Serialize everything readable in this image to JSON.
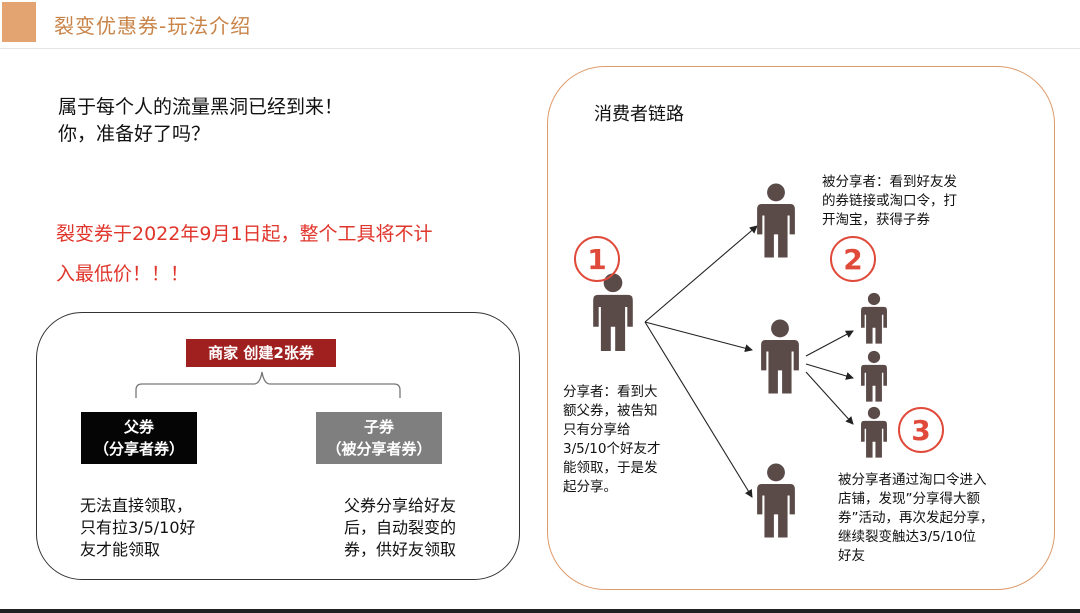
{
  "header": {
    "title": "裂变优惠券-玩法介绍"
  },
  "intro": {
    "line1": "属于每个人的流量黑洞已经到来！",
    "line2": "你，准备好了吗？",
    "notice_line1": "裂变券于2022年9月1日起，整个工具将不计",
    "notice_line2": "入最低价！！！"
  },
  "merchant": {
    "label": "商家 创建2张券",
    "parent": {
      "title": "父券",
      "subtitle": "（分享者券）",
      "desc": [
        "无法直接领取，",
        "只有拉3/5/10好",
        "友才能领取"
      ]
    },
    "child": {
      "title": "子券",
      "subtitle": "（被分享者券）",
      "desc": [
        "父券分享给好友",
        "后，自动裂变的",
        "券，供好友领取"
      ]
    }
  },
  "chain": {
    "title": "消费者链路",
    "step1": {
      "number": "1",
      "desc": [
        "分享者：看到大",
        "额父券，被告知",
        "只有分享给",
        "3/5/10个好友才",
        "能领取，于是发",
        "起分享。"
      ]
    },
    "step2": {
      "number": "2",
      "desc": [
        "被分享者：看到好友发",
        "的券链接或淘口令，打",
        "开淘宝，获得子券"
      ]
    },
    "step3": {
      "number": "3",
      "desc": [
        "被分享者通过淘口令进入",
        "店铺，发现”分享得大额",
        "券”活动，再次发起分享，",
        "继续裂变触达3/5/10位",
        "好友"
      ]
    }
  },
  "colors": {
    "accent": "#e4a472",
    "title_text": "#c98449",
    "notice_red": "#e0352b",
    "merchant_red": "#a02020",
    "person": "#5a4a48",
    "chain_border": "#dd9a6a"
  }
}
